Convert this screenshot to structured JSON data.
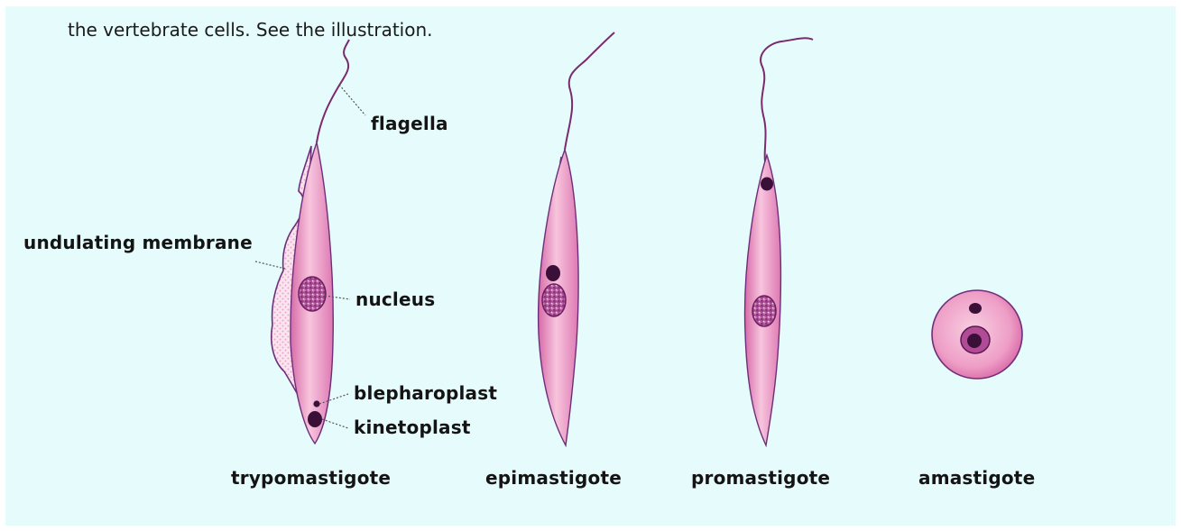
{
  "intro_text": "the vertebrate cells.  See the illustration.",
  "labels": {
    "flagella": "flagella",
    "undulating_membrane": "undulating membrane",
    "nucleus": "nucleus",
    "blepharoplast": "blepharoplast",
    "kinetoplast": "kinetoplast"
  },
  "stages": [
    {
      "name": "trypomastigote"
    },
    {
      "name": "epimastigote"
    },
    {
      "name": "promastigote"
    },
    {
      "name": "amastigote"
    }
  ],
  "colors": {
    "background": "#e6fbfb",
    "cell_fill": "#f0a9cc",
    "cell_outline": "#6e2f7a",
    "nucleus": "#b24b96",
    "kinetoplast": "#3a1038",
    "flagellum": "#7a2a6e"
  }
}
